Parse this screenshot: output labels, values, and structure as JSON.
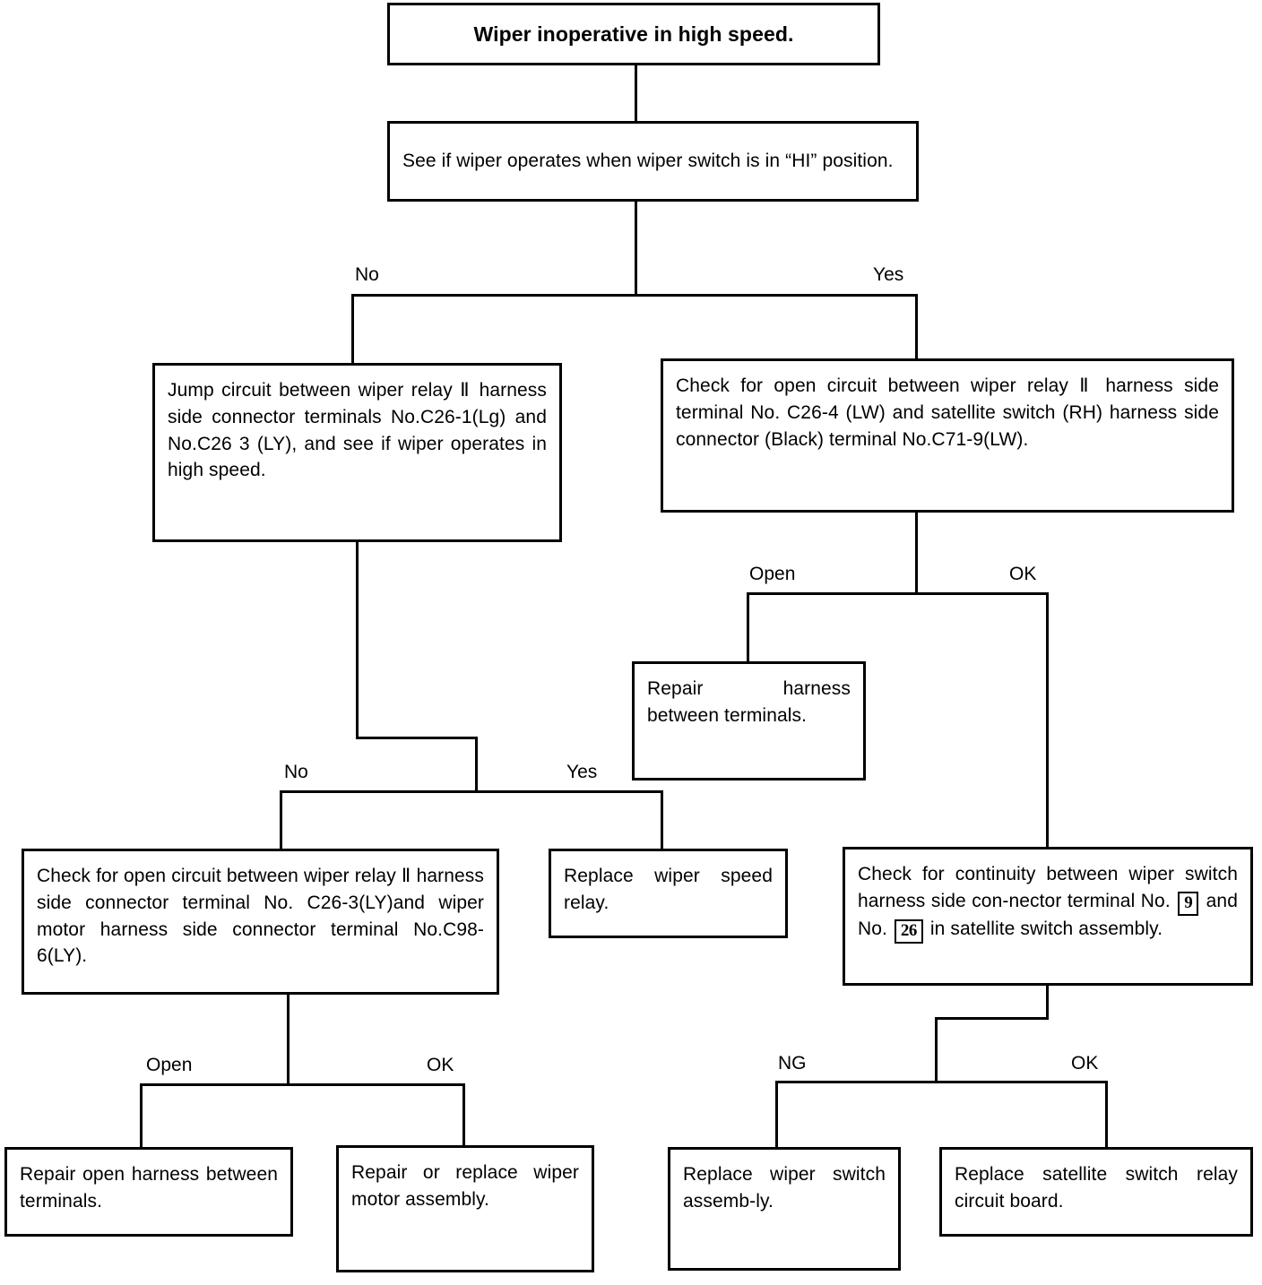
{
  "diagram": {
    "title": "Wiper inoperative in high speed.",
    "type": "troubleshooting-flowchart"
  },
  "nodes": {
    "start": {
      "id": "start",
      "label": "Wiper inoperative in high speed."
    },
    "check_hi": {
      "id": "check-hi-position",
      "label": "See if wiper operates when wiper switch is in “HI” position."
    },
    "jump_circuit": {
      "id": "jump-circuit-relay",
      "label": "Jump circuit between wiper relay Ⅱ harness side connector terminals No.C26-1(Lg) and No.C26 3 (LY), and see if wiper operates in high speed."
    },
    "check_open_satellite": {
      "id": "check-open-circuit-satellite",
      "label": "Check for open circuit between wiper relay Ⅱ harness side terminal No. C26-4 (LW) and satellite switch (RH) harness side connector (Black) terminal No.C71-9(LW)."
    },
    "repair_harness": {
      "id": "repair-harness-terminals",
      "label": "Repair harness between terminals."
    },
    "check_open_motor": {
      "id": "check-open-circuit-motor",
      "label": "Check for open circuit between wiper relay Ⅱ harness side connector terminal No. C26-3(LY)and wiper motor harness side connector terminal No.C98-6(LY)."
    },
    "replace_speed_relay": {
      "id": "replace-wiper-speed-relay",
      "label": "Replace wiper speed relay."
    },
    "check_continuity": {
      "id": "check-continuity-switch",
      "text_a": "Check for continuity between wiper switch harness side con-nector terminal No.",
      "num_1": "9",
      "text_b": "and No.",
      "num_2": "26",
      "text_c": "in satellite switch assembly."
    },
    "repair_open_harness": {
      "id": "repair-open-harness",
      "label": "Repair open harness between terminals."
    },
    "repair_replace_motor": {
      "id": "repair-or-replace-wiper-motor",
      "label": "Repair or replace wiper motor assembly."
    },
    "replace_switch_assy": {
      "id": "replace-wiper-switch-assembly",
      "label": "Replace wiper switch assemb-ly."
    },
    "replace_relay_board": {
      "id": "replace-satellite-relay-board",
      "label": "Replace satellite switch relay circuit board."
    }
  },
  "edge_labels": {
    "no_top": "No",
    "yes_top": "Yes",
    "open_upper_right": "Open",
    "ok_upper_right": "OK",
    "no_mid": "No",
    "yes_mid": "Yes",
    "open_bottom_left": "Open",
    "ok_bottom_left": "OK",
    "ng_bottom_right": "NG",
    "ok_bottom_right": "OK"
  },
  "colors": {
    "ink": "#000000",
    "paper": "#ffffff"
  }
}
